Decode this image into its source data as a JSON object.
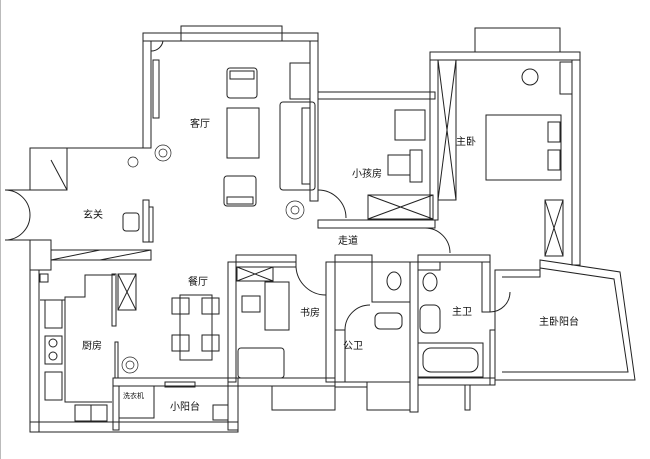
{
  "floor_plan": {
    "rooms": {
      "living_room": "客厅",
      "entrance": "玄关",
      "kids_room": "小孩房",
      "master_bedroom": "主卧",
      "corridor": "走道",
      "dining_room": "餐厅",
      "study": "书房",
      "kitchen": "厨房",
      "public_bathroom": "公卫",
      "master_bathroom": "主卫",
      "master_balcony": "主卧阳台",
      "small_balcony": "小阳台"
    },
    "fixtures": {
      "washing_machine": "洗衣机"
    }
  }
}
